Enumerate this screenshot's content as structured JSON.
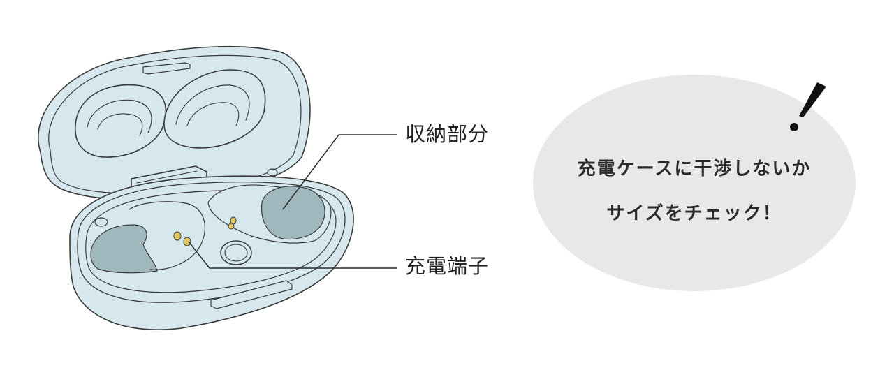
{
  "labels": {
    "storage": "収納部分",
    "charging_terminal": "充電端子"
  },
  "callout": {
    "line1": "充電ケースに干渉しないか",
    "line2": "サイズをチェック！"
  },
  "colors": {
    "case_fill": "#d6e7ee",
    "case_stroke": "#3a3a3a",
    "cavity_fill": "#9fb8be",
    "terminal": "#e0c860",
    "bubble_fill": "#e8e8e8"
  },
  "icons": [
    "exclamation-icon"
  ]
}
